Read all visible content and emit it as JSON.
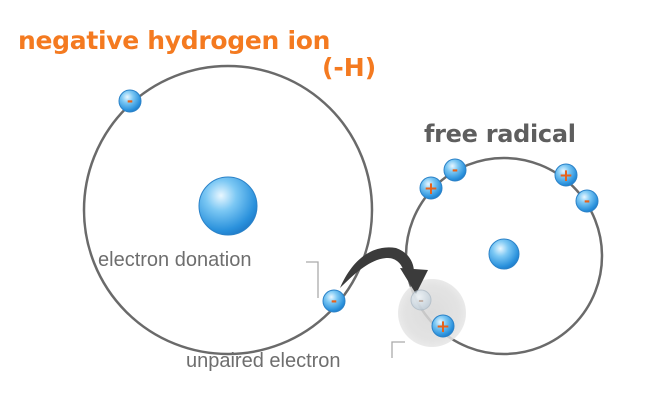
{
  "labels": {
    "title_line1": "negative hydrogen ion",
    "title_line2": "(-H)",
    "free_radical": "free radical",
    "electron_donation": "electron donation",
    "unpaired_electron": "unpaired electron"
  },
  "signs": {
    "negative": "-",
    "positive": "+"
  },
  "colors": {
    "title_orange": "#f47a20",
    "heading_gray": "#5e5e5e",
    "annotation_gray": "#6e6e6e",
    "orbit_gray": "#6a6a6a",
    "sphere_blue": "#2f9ee6",
    "sign_orange": "#e8621a"
  }
}
